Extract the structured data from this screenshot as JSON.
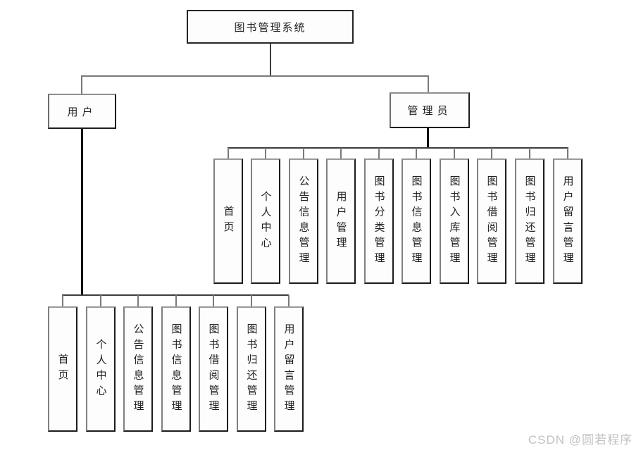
{
  "diagram": {
    "root": {
      "label": "图书管理系统"
    },
    "branches": [
      {
        "label": "用户",
        "children": [
          "首页",
          "个人中心",
          "公告信息管理",
          "图书信息管理",
          "图书借阅管理",
          "图书归还管理",
          "用户留言管理"
        ]
      },
      {
        "label": "管理员",
        "children": [
          "首页",
          "个人中心",
          "公告信息管理",
          "用户管理",
          "图书分类管理",
          "图书信息管理",
          "图书入库管理",
          "图书借阅管理",
          "图书归还管理",
          "用户留言管理"
        ]
      }
    ]
  },
  "watermark": {
    "text": "CSDN @圆若程序"
  },
  "colors": {
    "background": "#ffffff",
    "box_fill": "#fdfdfe",
    "box_border": "#262626",
    "connector": "#3d3d3d",
    "connector_stub": "#7a7a7a",
    "connector_thick": "#0f0f0f",
    "text": "#1f1f1f",
    "watermark": "#c2c2c2"
  }
}
